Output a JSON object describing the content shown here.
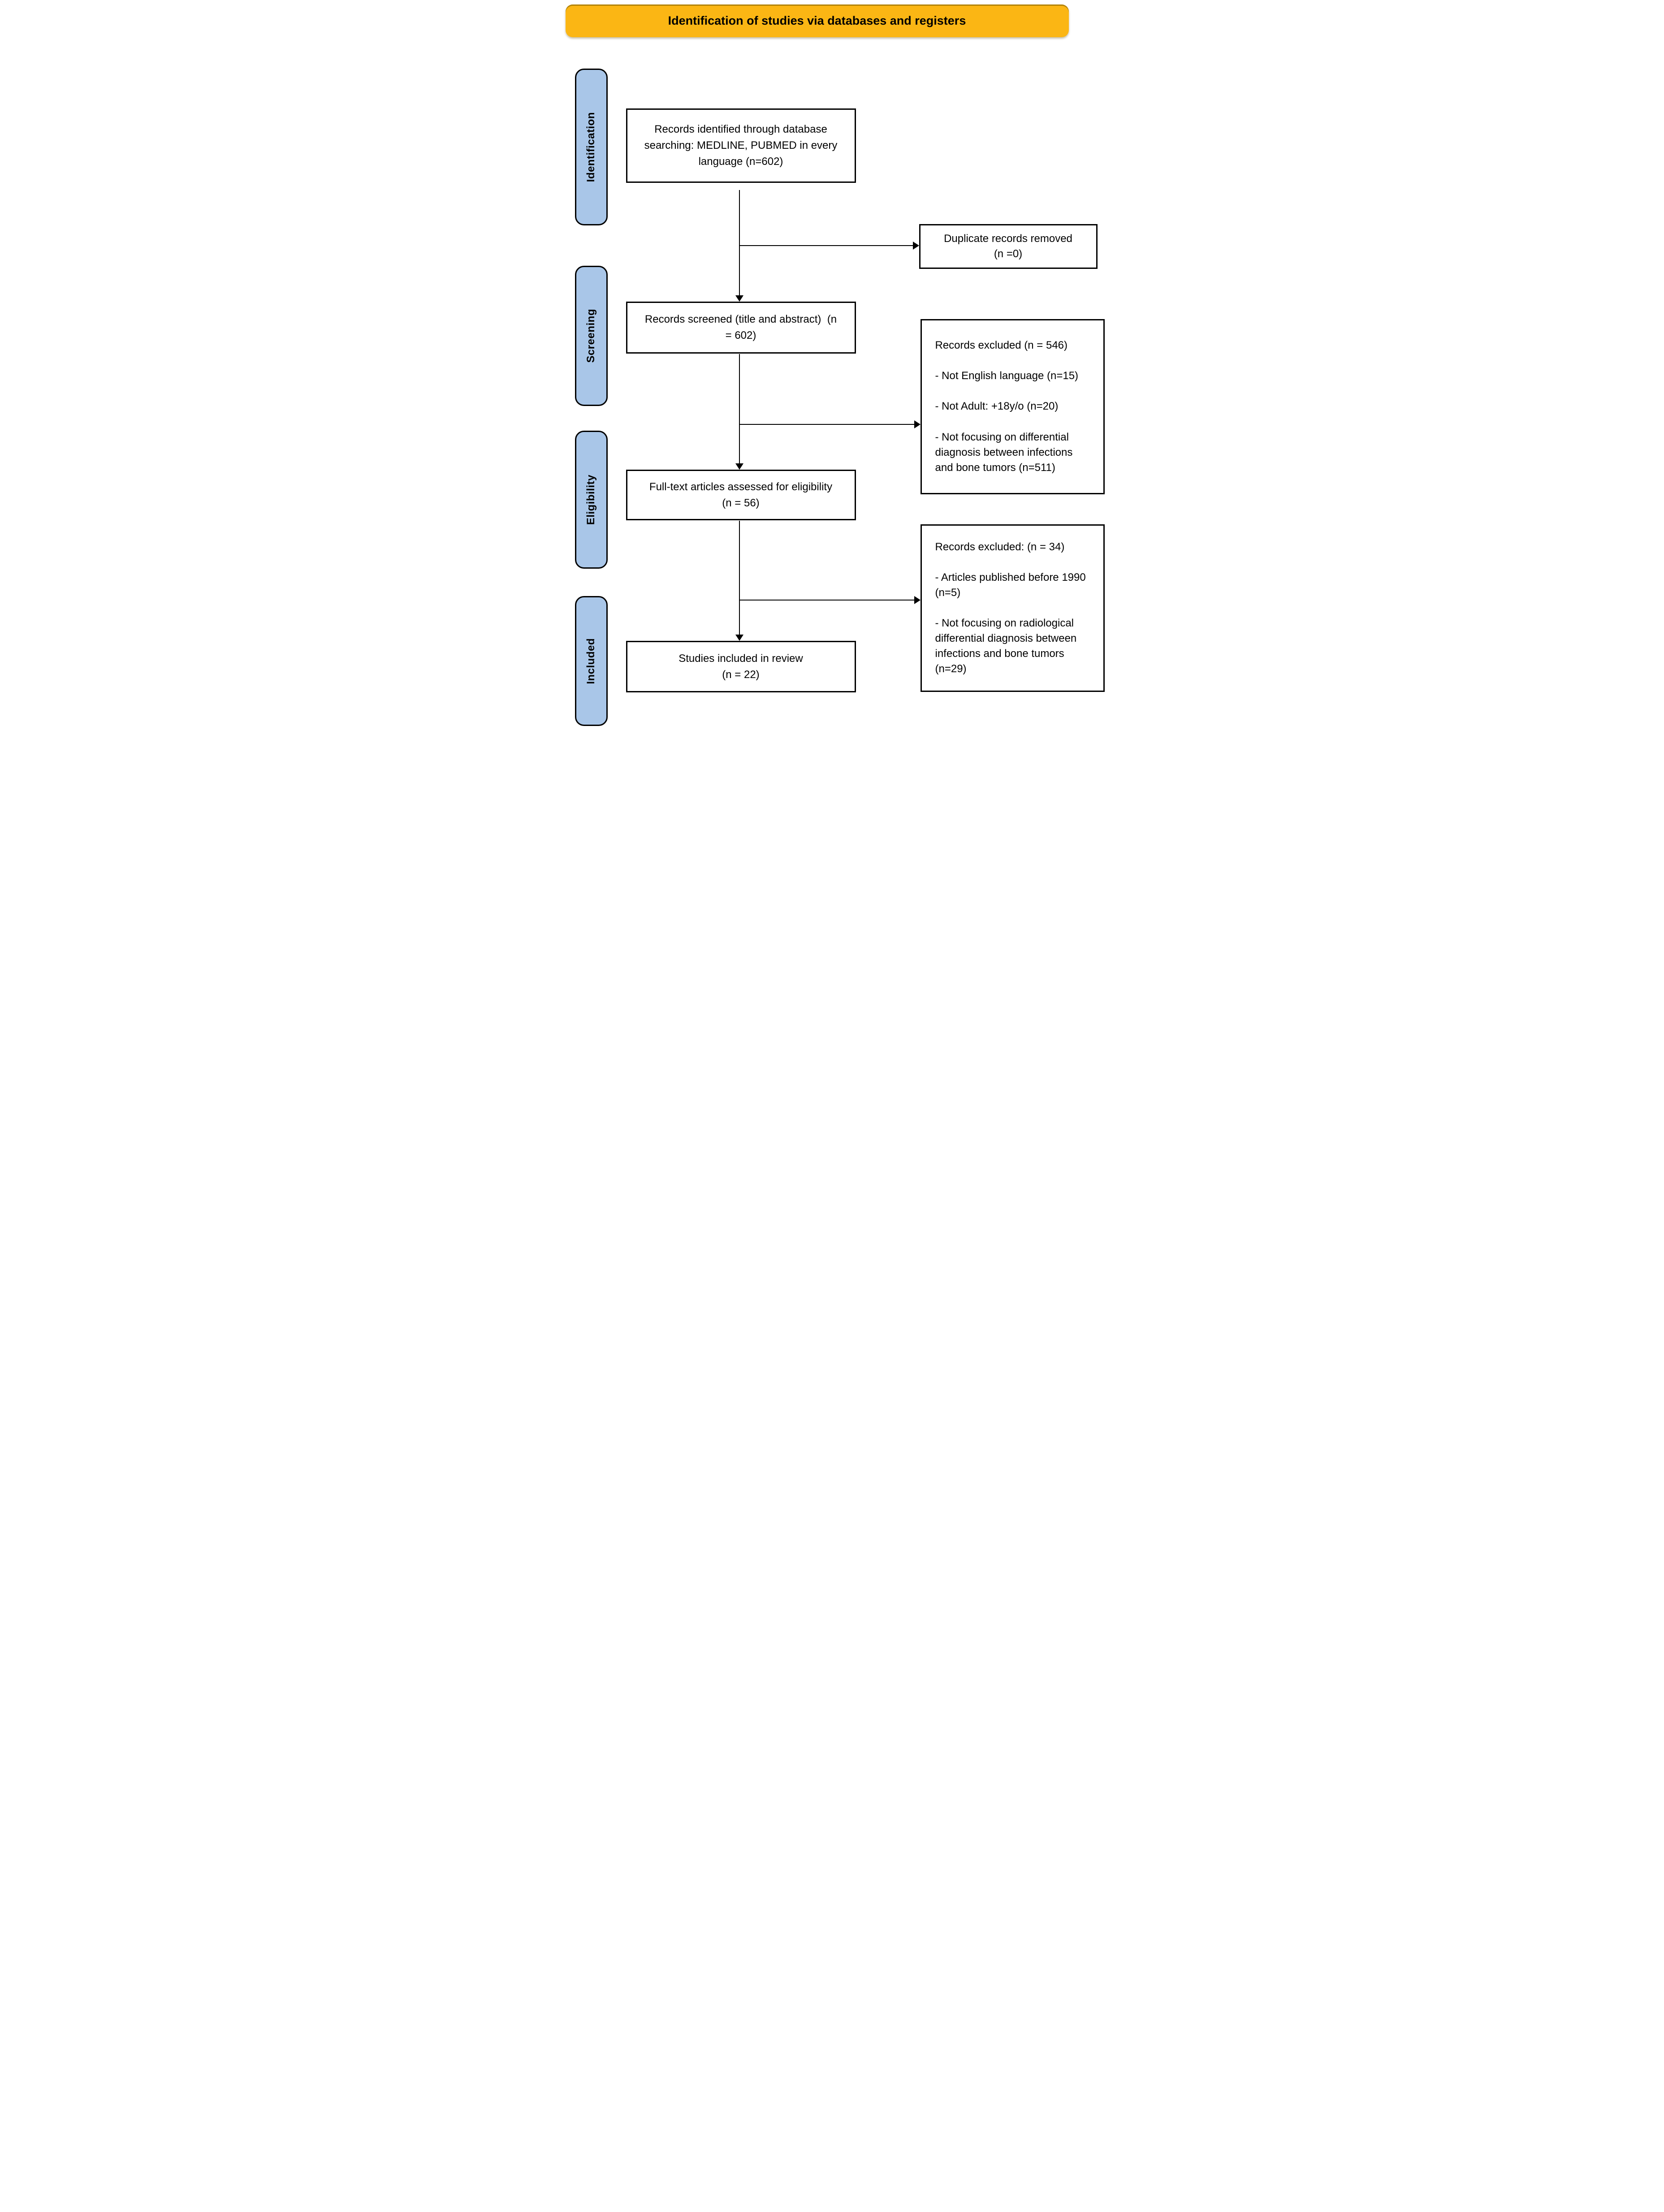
{
  "colors": {
    "banner_bg": "#FBB614",
    "stage_bg": "#A9C6E8",
    "line": "#000000",
    "box_bg": "#FFFFFF",
    "text": "#000000"
  },
  "banner": {
    "label": "Identification of studies via databases and registers"
  },
  "stages": {
    "identification": "Identification",
    "screening": "Screening",
    "eligibility": "Eligibility",
    "included": "Included"
  },
  "flow_boxes": {
    "records_identified": {
      "lines": [
        "Records identified through database",
        "searching: MEDLINE, PUBMED in every",
        "language (n=602)"
      ]
    },
    "records_screened": {
      "lines": [
        "Records screened (title and abstract)  (n",
        "= 602)"
      ]
    },
    "full_text_assessed": {
      "lines": [
        "Full-text articles assessed for eligibility",
        "(n = 56)"
      ]
    },
    "studies_included": {
      "lines": [
        "Studies included in review",
        "(n = 22)"
      ]
    }
  },
  "side_boxes": {
    "duplicates_removed": {
      "lines": [
        "Duplicate records removed",
        "(n =0)"
      ]
    },
    "excluded_screening": {
      "paragraphs": [
        "Records excluded (n = 546)",
        "- Not English language (n=15)",
        "- Not Adult: +18y/o (n=20)",
        "- Not focusing on differential diagnosis between infections and bone tumors (n=511)"
      ]
    },
    "excluded_fulltext": {
      "paragraphs": [
        "Records excluded: (n = 34)",
        "- Articles published before 1990 (n=5)",
        "- Not focusing on radiological differential diagnosis between infections and bone tumors (n=29)"
      ]
    }
  }
}
